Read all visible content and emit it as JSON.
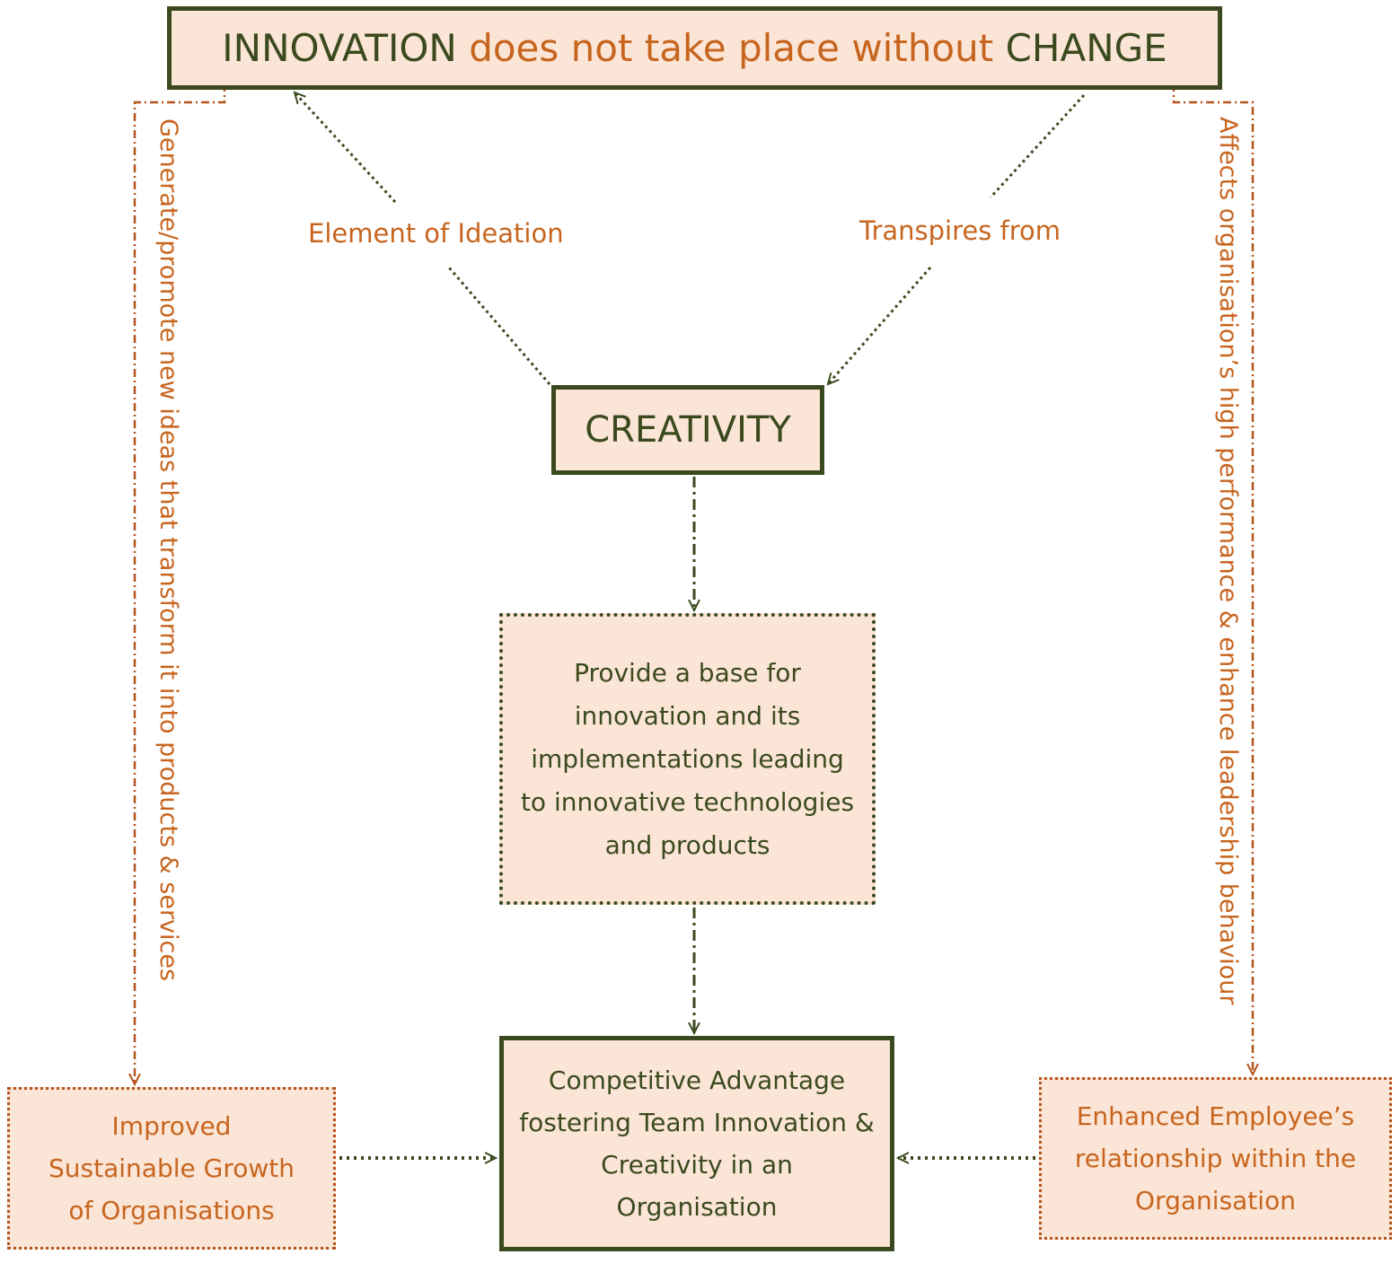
{
  "colors": {
    "box_fill": "#fbe5d6",
    "dark_green": "#3b4a1e",
    "orange_text": "#c7651f",
    "brown_line": "#b5541c"
  },
  "title": {
    "part1": "INNOVATION",
    "part2": " does not take place without ",
    "part3": "CHANGE"
  },
  "nodes": {
    "creativity": "CREATIVITY",
    "base": "Provide a base for innovation and its implementations leading to innovative technologies and products",
    "advantage": "Competitive Advantage fostering Team Innovation & Creativity in an Organisation",
    "growth": "Improved Sustainable Growth of Organisations",
    "employee": "Enhanced Employee’s relationship within the Organisation"
  },
  "edge_labels": {
    "ideation": "Element of Ideation",
    "transpires": "Transpires from",
    "left_vertical": "Generate/promote new ideas that transform it into products & services",
    "right_vertical": "Affects organisation’s high performance & enhance leadership behaviour"
  }
}
